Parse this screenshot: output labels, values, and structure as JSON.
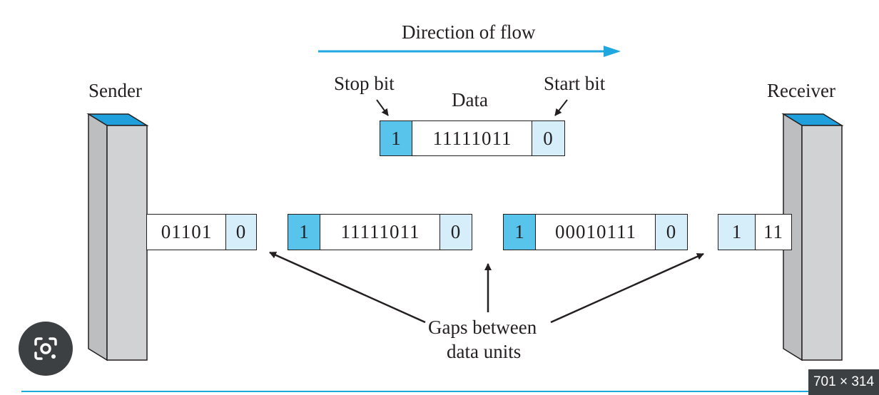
{
  "diagram": {
    "direction_label": "Direction of flow",
    "sender_label": "Sender",
    "receiver_label": "Receiver",
    "stop_bit_label": "Stop bit",
    "start_bit_label": "Start bit",
    "data_label": "Data",
    "gaps_label_line1": "Gaps between",
    "gaps_label_line2": "data units",
    "example_frame": {
      "stop": "1",
      "data": "11111011",
      "start": "0"
    },
    "stream": {
      "sender_partial": {
        "data": "01101",
        "start": "0"
      },
      "frame_1": {
        "stop": "1",
        "data": "11111011",
        "start": "0"
      },
      "frame_2": {
        "stop": "1",
        "data": "00010111",
        "start": "0"
      },
      "receiver_partial": {
        "stop": "1",
        "data": "11"
      }
    },
    "colors": {
      "arrow_blue": "#1fa8df",
      "stop_bit_fill": "#58c4ec",
      "start_bit_fill": "#d6eef9",
      "device_blue": "#1fa0dc",
      "device_gray": "#d1d2d4"
    }
  },
  "overlay": {
    "lens_icon": "lens-search-icon",
    "image_dimensions": "701 × 314"
  }
}
